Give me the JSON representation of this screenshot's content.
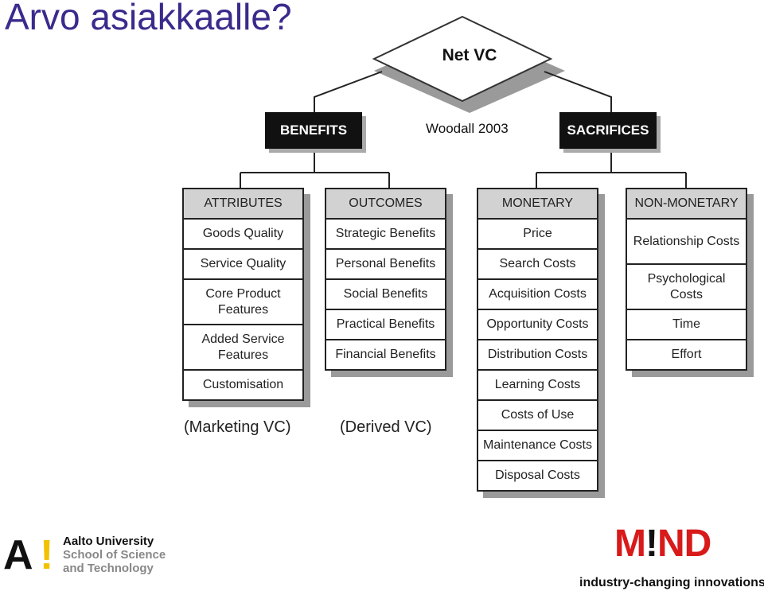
{
  "title": "Arvo asiakkaalle?",
  "diagram": {
    "root": "Net VC",
    "citation": "Woodall 2003",
    "benefits": "BENEFITS",
    "sacrifices": "SACRIFICES",
    "columns": [
      {
        "header": "ATTRIBUTES",
        "items": [
          "Goods Quality",
          "Service Quality",
          "Core Product Features",
          "Added Service Features",
          "Customisation"
        ]
      },
      {
        "header": "OUTCOMES",
        "items": [
          "Strategic Benefits",
          "Personal Benefits",
          "Social Benefits",
          "Practical Benefits",
          "Financial Benefits"
        ]
      },
      {
        "header": "MONETARY",
        "items": [
          "Price",
          "Search Costs",
          "Acquisition Costs",
          "Opportunity Costs",
          "Distribution Costs",
          "Learning Costs",
          "Costs of Use",
          "Maintenance Costs",
          "Disposal Costs"
        ]
      },
      {
        "header": "NON-MONETARY",
        "items": [
          "Relationship Costs",
          "Psychological Costs",
          "Time",
          "Effort"
        ]
      }
    ],
    "marketing_vc": "(Marketing VC)",
    "derived_vc": "(Derived VC)"
  },
  "footer": {
    "aalto_mark_a": "A",
    "aalto_mark_bang": "!",
    "aalto_line1": "Aalto University",
    "aalto_line2": "School of Science",
    "aalto_line3": "and Technology",
    "mind_m": "M",
    "mind_bang": "!",
    "mind_nd": "ND",
    "mind_tagline": "industry-changing innovations"
  }
}
